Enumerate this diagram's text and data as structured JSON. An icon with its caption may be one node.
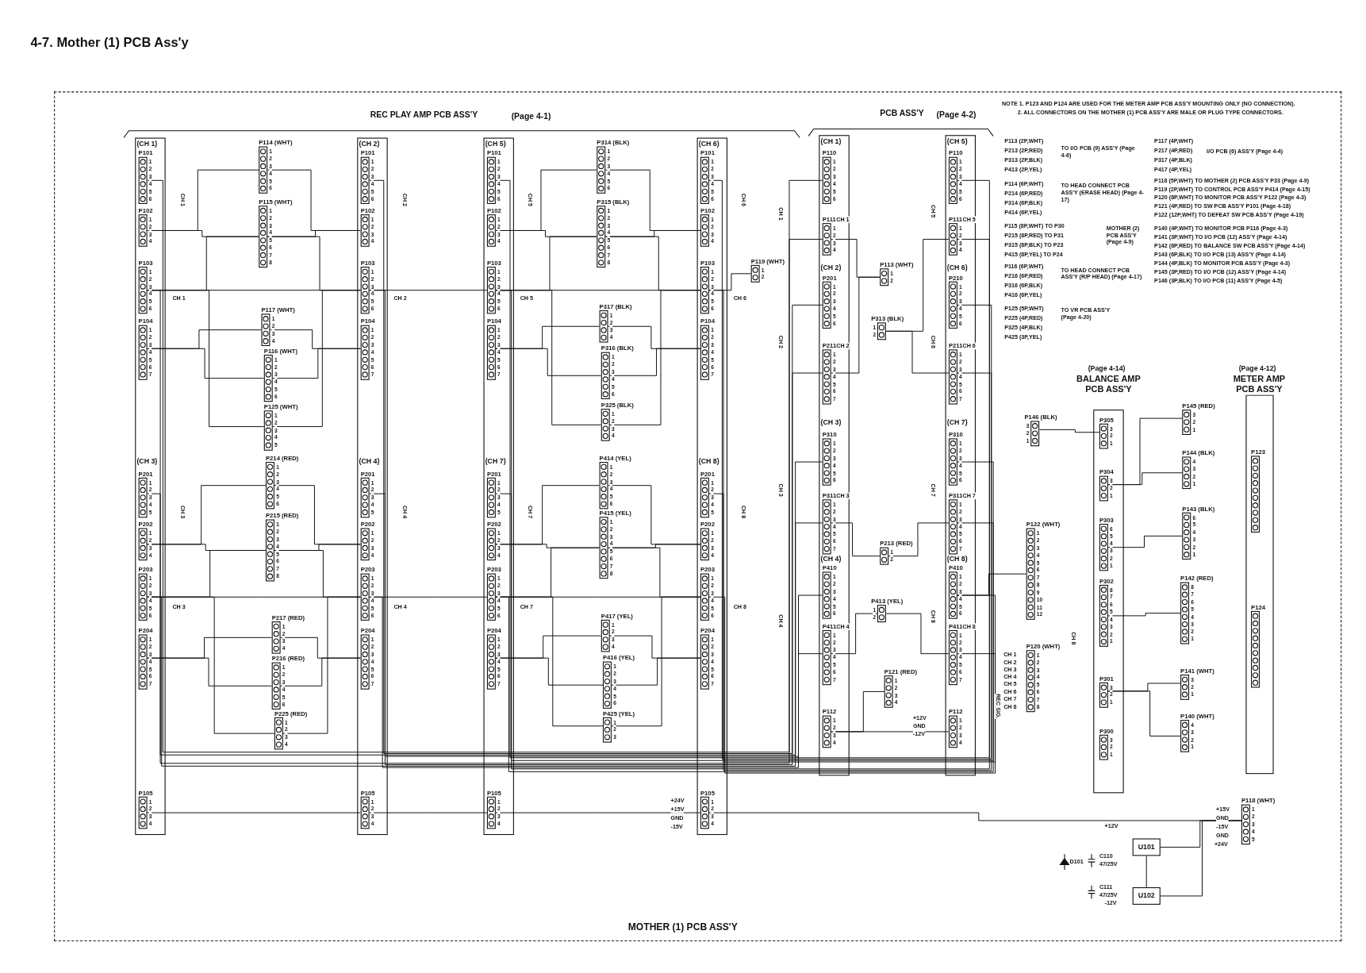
{
  "diagram": {
    "title": "4-7. Mother (1) PCB Ass'y",
    "nodes": [
      {
        "text": [
          "MOTHER (1) PCB ASS'Y"
        ]
      },
      {
        "text": [
          "(CH 1)",
          "(CH 3)"
        ],
        "in": 0
      },
      {
        "text": [
          "(CH 2)",
          "(CH 4)"
        ],
        "in": 0
      },
      {
        "text": [
          "(CH 5)",
          "(CH 7)"
        ],
        "in": 0
      },
      {
        "text": [
          "(CH 6)",
          "(CH 8)"
        ],
        "in": 0
      },
      {
        "text": [
          "P101",
          "1 2 3 4 5 6"
        ],
        "in": 1
      },
      {
        "text": [
          "P102",
          "1 2 3 4"
        ],
        "in": 1
      },
      {
        "text": [
          "P103",
          "1 2 3 4 5 6"
        ],
        "in": 1
      },
      {
        "text": [
          "P104",
          "1 2 3 4 5 6 7"
        ],
        "in": 1
      },
      {
        "text": [
          "P201",
          "1 2 3 4 5"
        ],
        "in": 1
      },
      {
        "text": [
          "P202",
          "1 2 3 4"
        ],
        "in": 1
      },
      {
        "text": [
          "P203",
          "1 2 3 4 5 6"
        ],
        "in": 1
      },
      {
        "text": [
          "P204",
          "1 2 3 4 5 6 7"
        ],
        "in": 1
      },
      {
        "text": [
          "P105",
          "1 2 3 4"
        ],
        "in": 1
      },
      {
        "text": [
          "P101",
          "1 2 3 4 5 6"
        ],
        "in": 2
      },
      {
        "text": [
          "P102",
          "1 2 3 4"
        ],
        "in": 2
      },
      {
        "text": [
          "P103",
          "1 2 3 4 5 6"
        ],
        "in": 2
      },
      {
        "text": [
          "P104",
          "1 2 3 4 5 6 7"
        ],
        "in": 2
      },
      {
        "text": [
          "P201",
          "1 2 3 4 5"
        ],
        "in": 2
      },
      {
        "text": [
          "P202",
          "1 2 3 4"
        ],
        "in": 2
      },
      {
        "text": [
          "P203",
          "1 2 3 4 5 6"
        ],
        "in": 2
      },
      {
        "text": [
          "P204",
          "1 2 3 4 5 6 7"
        ],
        "in": 2
      },
      {
        "text": [
          "P105",
          "1 2 3 4"
        ],
        "in": 2
      },
      {
        "text": [
          "P101",
          "1 2 3 4 5 6"
        ],
        "in": 3
      },
      {
        "text": [
          "P102",
          "1 2 3 4"
        ],
        "in": 3
      },
      {
        "text": [
          "P103",
          "1 2 3 4 5 6"
        ],
        "in": 3
      },
      {
        "text": [
          "P104",
          "1 2 3 4 5 6 7"
        ],
        "in": 3
      },
      {
        "text": [
          "P201",
          "1 2 3 4 5"
        ],
        "in": 3
      },
      {
        "text": [
          "P202",
          "1 2 3 4"
        ],
        "in": 3
      },
      {
        "text": [
          "P203",
          "1 2 3 4 5 6"
        ],
        "in": 3
      },
      {
        "text": [
          "P204",
          "1 2 3 4 5 6 7"
        ],
        "in": 3
      },
      {
        "text": [
          "P105",
          "1 2 3 4"
        ],
        "in": 3
      },
      {
        "text": [
          "P101",
          "1 2 3 4 5 6"
        ],
        "in": 4
      },
      {
        "text": [
          "P102",
          "1 2 3 4"
        ],
        "in": 4
      },
      {
        "text": [
          "P103",
          "1 2 3 4 5 6"
        ],
        "in": 4
      },
      {
        "text": [
          "P104",
          "1 2 3 4 5 6 7"
        ],
        "in": 4
      },
      {
        "text": [
          "P201",
          "1 2 3 4 5"
        ],
        "in": 4
      },
      {
        "text": [
          "P202",
          "1 2 3 4"
        ],
        "in": 4
      },
      {
        "text": [
          "P203",
          "1 2 3 4 5 6"
        ],
        "in": 4
      },
      {
        "text": [
          "P204",
          "1 2 3 4 5 6 7"
        ],
        "in": 4
      },
      {
        "text": [
          "P105",
          "1 2 3 4"
        ],
        "in": 4
      },
      {
        "text": [
          "P114 (WHT)",
          "1 2 3 4 5 6"
        ],
        "in": 0
      },
      {
        "text": [
          "P115 (WHT)",
          "1 2 3 4 5 6 7 8"
        ],
        "in": 0
      },
      {
        "text": [
          "P117 (WHT)",
          "1 2 3 4"
        ],
        "in": 0
      },
      {
        "text": [
          "P116 (WHT)",
          "1 2 3 4 5 6"
        ],
        "in": 0
      },
      {
        "text": [
          "P125 (WHT)",
          "1 2 3 4 5"
        ],
        "in": 0
      },
      {
        "text": [
          "P214 (RED)",
          "1 2 3 4 5 6"
        ],
        "in": 0
      },
      {
        "text": [
          "P215 (RED)",
          "1 2 3 4 5 6 7 8"
        ],
        "in": 0
      },
      {
        "text": [
          "P217 (RED)",
          "1 2 3 4"
        ],
        "in": 0
      },
      {
        "text": [
          "P216 (RED)",
          "1 2 3 4 5 6"
        ],
        "in": 0
      },
      {
        "text": [
          "P225 (RED)",
          "1 2 3 4"
        ],
        "in": 0
      },
      {
        "text": [
          "P314 (BLK)",
          "1 2 3 4 5 6"
        ],
        "in": 0
      },
      {
        "text": [
          "P315 (BLK)",
          "1 2 3 4 5 6 7 8"
        ],
        "in": 0
      },
      {
        "text": [
          "P317 (BLK)",
          "1 2 3 4"
        ],
        "in": 0
      },
      {
        "text": [
          "P316 (BLK)",
          "1 2 3 4 5 6"
        ],
        "in": 0
      },
      {
        "text": [
          "P325 (BLK)",
          "1 2 3 4"
        ],
        "in": 0
      },
      {
        "text": [
          "P414 (YEL)",
          "1 2 3 4 5 6"
        ],
        "in": 0
      },
      {
        "text": [
          "P415 (YEL)",
          "1 2 3 4 5 6 7 8"
        ],
        "in": 0
      },
      {
        "text": [
          "P417 (YEL)",
          "1 2 3 4"
        ],
        "in": 0
      },
      {
        "text": [
          "P416 (YEL)",
          "1 2 3 4 5 6"
        ],
        "in": 0
      },
      {
        "text": [
          "P425 (YEL)",
          "1 2 3"
        ],
        "in": 0
      },
      {
        "text": [
          "P119 (WHT)",
          "1 2"
        ],
        "in": 0
      },
      {
        "text": [
          "(CH 1)",
          "(CH 2)",
          "(CH 3)",
          "(CH 4)"
        ],
        "in": 0
      },
      {
        "text": [
          "(CH 5)",
          "(CH 6)",
          "(CH 7)",
          "(CH 8)"
        ],
        "in": 0
      },
      {
        "text": [
          "P110",
          "1 2 3 4 5 6"
        ],
        "in": 62
      },
      {
        "text": [
          "P111",
          "1 2 3 4"
        ],
        "in": 62
      },
      {
        "text": [
          "P201",
          "1 2 3 4 5 6"
        ],
        "in": 62
      },
      {
        "text": [
          "P211",
          "1 2 3 4 5 6 7"
        ],
        "in": 62
      },
      {
        "text": [
          "P310",
          "1 2 3 4 5 6"
        ],
        "in": 62
      },
      {
        "text": [
          "P311",
          "1 2 3 4 5 6 7"
        ],
        "in": 62
      },
      {
        "text": [
          "P410",
          "1 2 3 4 5 6"
        ],
        "in": 62
      },
      {
        "text": [
          "P411",
          "1 2 3 4 5 6 7"
        ],
        "in": 62
      },
      {
        "text": [
          "P112",
          "1 2 3 4"
        ],
        "in": 62
      },
      {
        "text": [
          "P110",
          "1 2 3 4 5 6"
        ],
        "in": 63
      },
      {
        "text": [
          "P111",
          "1 2 3 4"
        ],
        "in": 63
      },
      {
        "text": [
          "P210",
          "1 2 3 4 5 6"
        ],
        "in": 63
      },
      {
        "text": [
          "P211",
          "1 2 3 4 5 6 7"
        ],
        "in": 63
      },
      {
        "text": [
          "P310",
          "1 2 3 4 5 6"
        ],
        "in": 63
      },
      {
        "text": [
          "P311",
          "1 2 3 4 5 6 7"
        ],
        "in": 63
      },
      {
        "text": [
          "P410",
          "1 2 3 4 5 6"
        ],
        "in": 63
      },
      {
        "text": [
          "P411",
          "1 2 3 4 5 6 7"
        ],
        "in": 63
      },
      {
        "text": [
          "P112",
          "1 2 3 4"
        ],
        "in": 63
      },
      {
        "text": [
          "P113 (WHT)",
          "1 2"
        ],
        "in": 0
      },
      {
        "text": [
          "P313 (BLK)",
          "1 2"
        ],
        "in": 0
      },
      {
        "text": [
          "P213 (RED)",
          "1 2"
        ],
        "in": 0
      },
      {
        "text": [
          "P413 (YEL)",
          "1 2"
        ],
        "in": 0
      },
      {
        "text": [
          "P121 (RED)",
          "1 2 3 4"
        ],
        "in": 0
      },
      {
        "text": [
          "P122 (WHT)",
          "1 2 3 4 5 6 7 8 9 10 11 12"
        ],
        "in": 0
      },
      {
        "text": [
          "P120 (WHT)",
          "1 2 3 4 5 6 7 8"
        ],
        "in": 0
      },
      {
        "text": [
          "P118 (WHT)",
          "1 2 3 4 5"
        ],
        "in": 0
      },
      {
        "text": [
          "U101"
        ],
        "in": 0
      },
      {
        "text": [
          "U102"
        ],
        "in": 0
      },
      {
        "text": [
          "(Page 4-14)",
          "BALANCE AMP PCB ASS'Y"
        ],
        "in": 0
      },
      {
        "text": [
          "P305",
          "3 2 1"
        ],
        "in": 92
      },
      {
        "text": [
          "P304",
          "3 2 1"
        ],
        "in": 92
      },
      {
        "text": [
          "P303",
          "6 5 4 3 2 1"
        ],
        "in": 92
      },
      {
        "text": [
          "P302",
          "8 7 6 5 4 3 2 1"
        ],
        "in": 92
      },
      {
        "text": [
          "P301",
          "3 2 1"
        ],
        "in": 92
      },
      {
        "text": [
          "P300",
          "3 2 1"
        ],
        "in": 92
      },
      {
        "text": [
          "P146 (BLK)",
          "3 2 1"
        ],
        "in": 0
      },
      {
        "text": [
          "P145 (RED)",
          "3 2 1"
        ],
        "in": 0
      },
      {
        "text": [
          "P144 (BLK)",
          "4 3 2 1"
        ],
        "in": 0
      },
      {
        "text": [
          "P143 (BLK)",
          "6 5 4 3 2 1"
        ],
        "in": 0
      },
      {
        "text": [
          "P142 (RED)",
          "8 7 6 5 4 3 2 1"
        ],
        "in": 0
      },
      {
        "text": [
          "P141 (WHT)",
          "3 2 1"
        ],
        "in": 0
      },
      {
        "text": [
          "P140 (WHT)",
          "4 3 2 1"
        ],
        "in": 0
      },
      {
        "text": [
          "(Page 4-12)",
          "METER AMP PCB ASS'Y"
        ],
        "in": 0
      },
      {
        "text": [
          "P123"
        ],
        "in": 106
      },
      {
        "text": [
          "P124"
        ],
        "in": 106
      }
    ],
    "edges": [
      {
        "from": 6,
        "to": 41,
        "arrow": "none"
      },
      {
        "from": 41,
        "to": 15,
        "arrow": "none"
      },
      {
        "from": 6,
        "to": 42,
        "arrow": "none"
      },
      {
        "from": 42,
        "to": 15,
        "arrow": "none"
      },
      {
        "from": 7,
        "to": 42,
        "arrow": "none"
      },
      {
        "from": 42,
        "to": 16,
        "arrow": "none"
      },
      {
        "from": 8,
        "to": 43,
        "arrow": "none"
      },
      {
        "from": 43,
        "to": 17,
        "arrow": "none"
      },
      {
        "from": 8,
        "to": 44,
        "arrow": "none"
      },
      {
        "from": 44,
        "to": 17,
        "arrow": "none"
      },
      {
        "from": 7,
        "to": 45,
        "arrow": "none"
      },
      {
        "from": 45,
        "to": 16,
        "arrow": "none"
      },
      {
        "from": 10,
        "to": 46,
        "arrow": "none"
      },
      {
        "from": 46,
        "to": 19,
        "arrow": "none"
      },
      {
        "from": 10,
        "to": 47,
        "arrow": "none"
      },
      {
        "from": 47,
        "to": 19,
        "arrow": "none"
      },
      {
        "from": 11,
        "to": 47,
        "arrow": "none"
      },
      {
        "from": 47,
        "to": 20,
        "arrow": "none"
      },
      {
        "from": 12,
        "to": 48,
        "arrow": "none"
      },
      {
        "from": 48,
        "to": 21,
        "arrow": "none"
      },
      {
        "from": 12,
        "to": 49,
        "arrow": "none"
      },
      {
        "from": 49,
        "to": 21,
        "arrow": "none"
      },
      {
        "from": 11,
        "to": 50,
        "arrow": "none"
      },
      {
        "from": 50,
        "to": 20,
        "arrow": "none"
      },
      {
        "from": 24,
        "to": 51,
        "arrow": "none"
      },
      {
        "from": 51,
        "to": 33,
        "arrow": "none"
      },
      {
        "from": 24,
        "to": 52,
        "arrow": "none"
      },
      {
        "from": 52,
        "to": 33,
        "arrow": "none"
      },
      {
        "from": 25,
        "to": 52,
        "arrow": "none"
      },
      {
        "from": 52,
        "to": 34,
        "arrow": "none"
      },
      {
        "from": 26,
        "to": 53,
        "arrow": "none"
      },
      {
        "from": 53,
        "to": 35,
        "arrow": "none"
      },
      {
        "from": 26,
        "to": 54,
        "arrow": "none"
      },
      {
        "from": 54,
        "to": 35,
        "arrow": "none"
      },
      {
        "from": 25,
        "to": 55,
        "arrow": "none"
      },
      {
        "from": 55,
        "to": 34,
        "arrow": "none"
      },
      {
        "from": 28,
        "to": 56,
        "arrow": "none"
      },
      {
        "from": 56,
        "to": 37,
        "arrow": "none"
      },
      {
        "from": 28,
        "to": 57,
        "arrow": "none"
      },
      {
        "from": 57,
        "to": 37,
        "arrow": "none"
      },
      {
        "from": 29,
        "to": 57,
        "arrow": "none"
      },
      {
        "from": 57,
        "to": 38,
        "arrow": "none"
      },
      {
        "from": 30,
        "to": 58,
        "arrow": "none"
      },
      {
        "from": 58,
        "to": 39,
        "arrow": "none"
      },
      {
        "from": 30,
        "to": 59,
        "arrow": "none"
      },
      {
        "from": 59,
        "to": 39,
        "arrow": "none"
      },
      {
        "from": 29,
        "to": 60,
        "arrow": "none"
      },
      {
        "from": 60,
        "to": 38,
        "arrow": "none"
      },
      {
        "from": 7,
        "to": 16,
        "arrow": "none"
      },
      {
        "from": 16,
        "to": 25,
        "arrow": "none"
      },
      {
        "from": 25,
        "to": 34,
        "arrow": "none"
      },
      {
        "from": 34,
        "to": 61,
        "arrow": "none"
      },
      {
        "from": 11,
        "to": 20,
        "arrow": "none"
      },
      {
        "from": 20,
        "to": 29,
        "arrow": "none"
      },
      {
        "from": 29,
        "to": 38,
        "arrow": "none"
      },
      {
        "from": 13,
        "to": 22,
        "arrow": "none"
      },
      {
        "from": 22,
        "to": 31,
        "arrow": "none"
      },
      {
        "from": 31,
        "to": 40,
        "arrow": "none"
      },
      {
        "from": 40,
        "to": 89,
        "arrow": "none"
      },
      {
        "from": 5,
        "to": 64,
        "arrow": "none"
      },
      {
        "from": 14,
        "to": 66,
        "arrow": "none"
      },
      {
        "from": 9,
        "to": 68,
        "arrow": "none"
      },
      {
        "from": 18,
        "to": 70,
        "arrow": "none"
      },
      {
        "from": 23,
        "to": 73,
        "arrow": "none"
      },
      {
        "from": 32,
        "to": 75,
        "arrow": "none"
      },
      {
        "from": 27,
        "to": 77,
        "arrow": "none"
      },
      {
        "from": 36,
        "to": 79,
        "arrow": "none"
      },
      {
        "from": 7,
        "to": 65,
        "arrow": "none"
      },
      {
        "from": 16,
        "to": 67,
        "arrow": "none"
      },
      {
        "from": 11,
        "to": 69,
        "arrow": "none"
      },
      {
        "from": 20,
        "to": 71,
        "arrow": "none"
      },
      {
        "from": 25,
        "to": 74,
        "arrow": "none"
      },
      {
        "from": 34,
        "to": 76,
        "arrow": "none"
      },
      {
        "from": 29,
        "to": 78,
        "arrow": "none"
      },
      {
        "from": 38,
        "to": 80,
        "arrow": "none"
      },
      {
        "from": 65,
        "to": 82,
        "arrow": "none"
      },
      {
        "from": 67,
        "to": 82,
        "arrow": "none"
      },
      {
        "from": 74,
        "to": 83,
        "arrow": "none"
      },
      {
        "from": 76,
        "to": 83,
        "arrow": "none"
      },
      {
        "from": 69,
        "to": 84,
        "arrow": "none"
      },
      {
        "from": 78,
        "to": 84,
        "arrow": "none"
      },
      {
        "from": 71,
        "to": 85,
        "arrow": "none"
      },
      {
        "from": 80,
        "to": 85,
        "arrow": "none"
      },
      {
        "from": 72,
        "to": 86,
        "arrow": "none"
      },
      {
        "from": 72,
        "to": 81,
        "arrow": "none"
      },
      {
        "from": 79,
        "to": 87,
        "arrow": "none"
      },
      {
        "from": 89,
        "to": 90,
        "arrow": "none"
      },
      {
        "from": 89,
        "to": 91,
        "arrow": "none"
      },
      {
        "from": 90,
        "to": 91,
        "arrow": "none"
      },
      {
        "from": 99,
        "to": 93,
        "arrow": "none"
      },
      {
        "from": 94,
        "to": 100,
        "arrow": "none"
      },
      {
        "from": 94,
        "to": 101,
        "arrow": "none"
      },
      {
        "from": 95,
        "to": 102,
        "arrow": "none"
      },
      {
        "from": 96,
        "to": 103,
        "arrow": "none"
      },
      {
        "from": 97,
        "to": 104,
        "arrow": "none"
      },
      {
        "from": 97,
        "to": 105,
        "arrow": "none"
      }
    ],
    "labels": [
      "REC PLAY AMP PCB ASS'Y",
      "(Page 4-1)",
      "PCB ASS'Y",
      "(Page 4-2)",
      "NOTE 1. P123 AND P124 ARE USED FOR THE METER AMP PCB ASS'Y MOUNTING ONLY (NO CONNECTION).",
      "2. ALL CONNECTORS ON THE MOTHER (1) PCB ASS'Y ARE MALE OR PLUG TYPE CONNECTORS.",
      "P113 (2P,WHT)",
      "P213 (2P,RED)",
      "P313 (2P,BLK)",
      "P413 (2P,YEL)",
      "TO I/O PCB (9) ASS'Y (Page 4-6)",
      "P114 (6P,WHT)",
      "P214 (6P,RED)",
      "P314 (6P,BLK)",
      "P414 (6P,YEL)",
      "TO HEAD CONNECT PCB ASS'Y (ERASE HEAD) (Page 4-17)",
      "P115 (8P,WHT) TO P30",
      "P215 (8P,RED) TO P31",
      "P315 (8P,BLK) TO P23",
      "P415 (8P,YEL) TO P24",
      "MOTHER (2) PCB ASS'Y (Page 4-9)",
      "P116 (6P,WHT)",
      "P216 (6P,RED)",
      "P316 (6P,BLK)",
      "P416 (6P,YEL)",
      "TO HEAD CONNECT PCB ASS'Y (R/P HEAD) (Page 4-17)",
      "P125 (5P,WHT)",
      "P225 (4P,RED)",
      "P325 (4P,BLK)",
      "P425 (3P,YEL)",
      "TO VR PCB ASS'Y (Page 4-20)",
      "P117 (4P,WHT)",
      "P217 (4P,RED)",
      "P317 (4P,BLK)",
      "P417 (4P,YEL)",
      "I/O PCB (6) ASS'Y (Page 4-4)",
      "P118 (5P,WHT) TO MOTHER (2) PCB ASS'Y P33 (Page 4-9)",
      "P119 (2P,WHT) TO CONTROL PCB ASS'Y P414 (Page 4-15)",
      "P120 (8P,WHT) TO MONITOR PCB ASS'Y P122 (Page 4-3)",
      "P121 (4P,RED) TO SW PCB ASS'Y P101 (Page 4-18)",
      "P122 (12P,WHT) TO DEFEAT SW PCB ASS'Y (Page 4-19)",
      "P140 (4P,WHT) TO MONITOR PCB P116 (Page 4-3)",
      "P141 (3P,WHT) TO I/O PCB (12) ASS'Y (Page 4-14)",
      "P142 (8P,RED) TO BALANCE SW PCB ASS'Y (Page 4-14)",
      "P143 (6P,BLK) TO I/O PCB (13) ASS'Y (Page 4-14)",
      "P144 (4P,BLK) TO MONITOR PCB ASS'Y (Page 4-3)",
      "P145 (3P,RED) TO I/O PCB (12) ASS'Y (Page 4-14)",
      "P146 (3P,BLK) TO I/O PCB (11) ASS'Y (Page 4-5)",
      "+24V",
      "+15V",
      "GND",
      "-15V",
      "+15V",
      "GND",
      "-15V",
      "GND",
      "+24V",
      "+12V",
      "GND",
      "-12V",
      "+12V",
      "-12V",
      "D101",
      "C110",
      "47/25V",
      "C111",
      "47/25V",
      "REC SIG.",
      "CH 1",
      "CH 2",
      "CH 3",
      "CH 4",
      "CH 5",
      "CH 6",
      "CH 7",
      "CH 8",
      "CH 1",
      "CH 2",
      "CH 5",
      "CH 6",
      "CH 3",
      "CH 4",
      "CH 7",
      "CH 8",
      "CH 1",
      "CH 2",
      "CH 5",
      "CH 6",
      "CH 3",
      "CH 4",
      "CH 7",
      "CH 8",
      "CH 1",
      "CH 2",
      "CH 3",
      "CH 4",
      "CH 5",
      "CH 6",
      "CH 7",
      "CH 8",
      "CH 1",
      "CH 2",
      "CH 3",
      "CH 4",
      "CH 5",
      "CH 6",
      "CH 7",
      "CH 8",
      "CH 8"
    ]
  }
}
